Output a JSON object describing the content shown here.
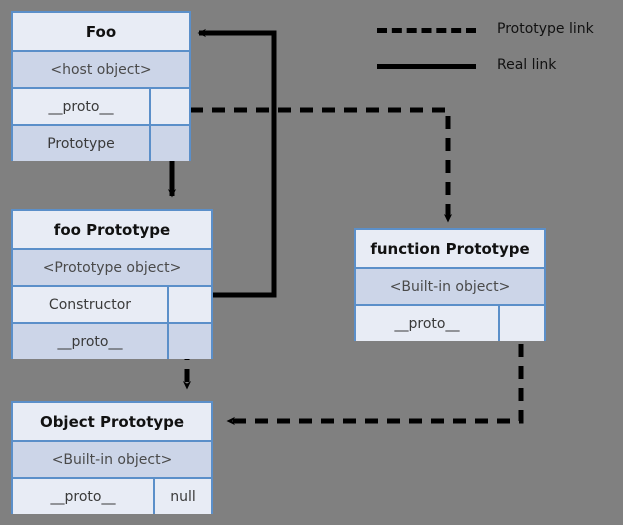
{
  "diagram": {
    "title": "JavaScript prototype chain diagram",
    "background_color": "#808080",
    "box_border_color": "#5b8fc9",
    "row_light_color": "#e8ecf5",
    "row_dark_color": "#ccd5e8",
    "link_color": "#000000"
  },
  "nodes": {
    "foo": {
      "title": "Foo",
      "subtitle": "<host object>",
      "slots": [
        {
          "label": "__proto__",
          "value": ""
        },
        {
          "label": "Prototype",
          "value": ""
        }
      ]
    },
    "foo_prototype": {
      "title": "foo Prototype",
      "subtitle": "<Prototype object>",
      "slots": [
        {
          "label": "Constructor",
          "value": ""
        },
        {
          "label": "__proto__",
          "value": ""
        }
      ]
    },
    "object_prototype": {
      "title": "Object Prototype",
      "subtitle": "<Built-in object>",
      "slots": [
        {
          "label": "__proto__",
          "value": "null"
        }
      ]
    },
    "function_prototype": {
      "title": "function Prototype",
      "subtitle": "<Built-in object>",
      "slots": [
        {
          "label": "__proto__",
          "value": ""
        }
      ]
    }
  },
  "legend": {
    "items": [
      {
        "label": "Prototype link",
        "style": "dashed"
      },
      {
        "label": "Real link",
        "style": "solid"
      }
    ]
  },
  "links": [
    {
      "from": "foo.__proto__",
      "to": "function_prototype",
      "style": "dashed"
    },
    {
      "from": "foo.Prototype",
      "to": "foo_prototype",
      "style": "solid"
    },
    {
      "from": "foo_prototype.Constructor",
      "to": "foo",
      "style": "solid"
    },
    {
      "from": "foo_prototype.__proto__",
      "to": "object_prototype",
      "style": "dashed"
    },
    {
      "from": "function_prototype.__proto__",
      "to": "object_prototype",
      "style": "dashed"
    }
  ]
}
